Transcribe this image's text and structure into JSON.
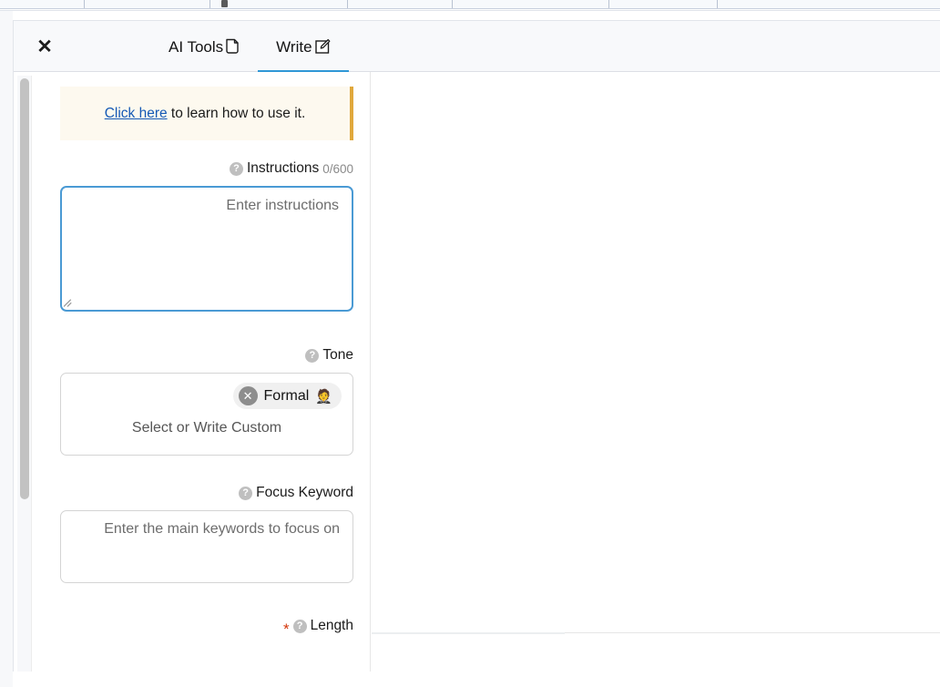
{
  "window": {
    "top_strip_segments": 9
  },
  "panel": {
    "close_label": "✕",
    "tabs": [
      {
        "label": "AI Tools",
        "icon": "document-icon",
        "active": false
      },
      {
        "label": "Write",
        "icon": "pencil-square-icon",
        "active": true
      }
    ],
    "active_tab_underline_color": "#2f97d6"
  },
  "notice": {
    "prefix": ".",
    "link_text": "Click here",
    "suffix": " to learn how to use it",
    "background": "#fdf9ef",
    "accent_color": "#e0a83c"
  },
  "fields": {
    "instructions": {
      "label": "Instructions",
      "help_icon": "question-mark-icon",
      "counter": "0/600",
      "placeholder": "Enter instructions",
      "value": "",
      "focused": true
    },
    "tone": {
      "label": "Tone",
      "help_icon": "question-mark-icon",
      "selected": [
        {
          "label": "Formal",
          "emoji": "🤵",
          "remove_label": "✕"
        }
      ],
      "placeholder": "Select or Write Custom"
    },
    "focus_keyword": {
      "label": "Focus Keyword",
      "help_icon": "question-mark-icon",
      "placeholder": "Enter the main keywords to focus on",
      "value": ""
    },
    "length": {
      "label": "Length",
      "help_icon": "question-mark-icon",
      "required_marker": "*"
    }
  },
  "colors": {
    "accent_blue": "#2f97d6",
    "focus_border": "#4a9ad4",
    "link_blue": "#1559b5",
    "required_red": "#d4380d",
    "help_gray": "#bfbfbf",
    "chip_bg": "#f0f0f0",
    "tabbar_bg": "#f8f9fb"
  }
}
